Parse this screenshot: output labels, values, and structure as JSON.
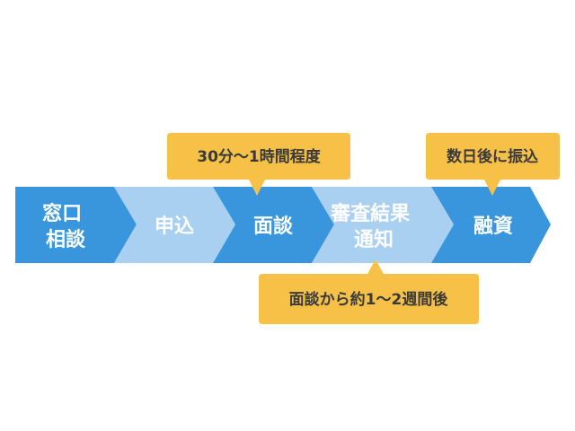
{
  "steps": [
    {
      "lines": [
        "窓口",
        "相談"
      ],
      "color": "#3a96dc"
    },
    {
      "lines": [
        "申込"
      ],
      "color": "#a9d0f0"
    },
    {
      "lines": [
        "面談"
      ],
      "color": "#3a96dc"
    },
    {
      "lines": [
        "審査結果",
        "通知"
      ],
      "color": "#a9d0f0"
    },
    {
      "lines": [
        "融資"
      ],
      "color": "#3a96dc"
    }
  ],
  "notes": [
    {
      "text": "30分〜1時間程度",
      "position": "above",
      "step": 2
    },
    {
      "text": "数日後に振込",
      "position": "above",
      "step": 4
    },
    {
      "text": "面談から約1〜2週間後",
      "position": "below",
      "step": 3
    }
  ],
  "note_color": "#f7c147"
}
